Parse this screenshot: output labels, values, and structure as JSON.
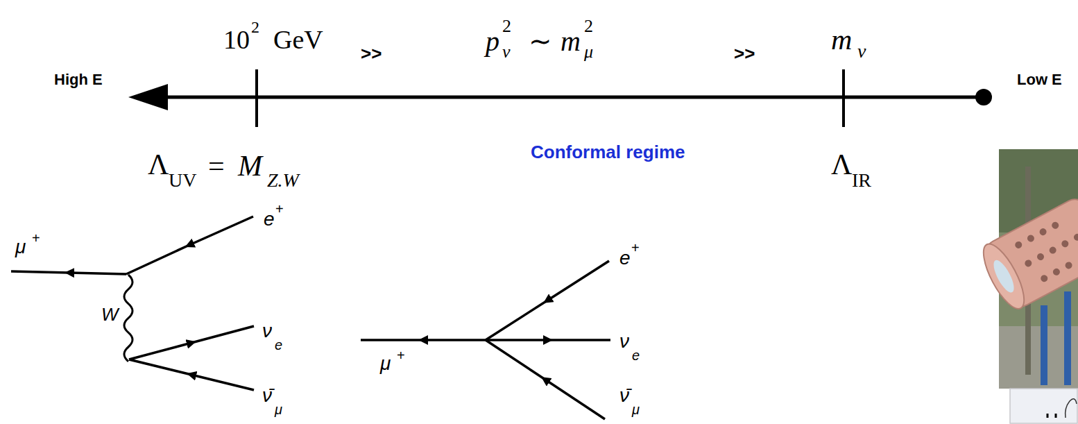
{
  "diagram": {
    "labels": [
      "High E",
      "10",
      "2",
      "GeV",
      ">>",
      "p",
      "2",
      "ν",
      "∼",
      "m",
      "2",
      "μ",
      ">>",
      "m",
      "ν",
      "Low E",
      "Λ",
      "UV",
      "=",
      "M",
      "Z.W",
      "Conformal regime",
      "Λ",
      "IR",
      "μ",
      "+",
      "W",
      "e",
      "+",
      "ν",
      "e",
      "ν̄",
      "μ",
      "μ",
      "+",
      "e",
      "+",
      "ν",
      "e",
      "ν̄",
      "μ"
    ]
  }
}
